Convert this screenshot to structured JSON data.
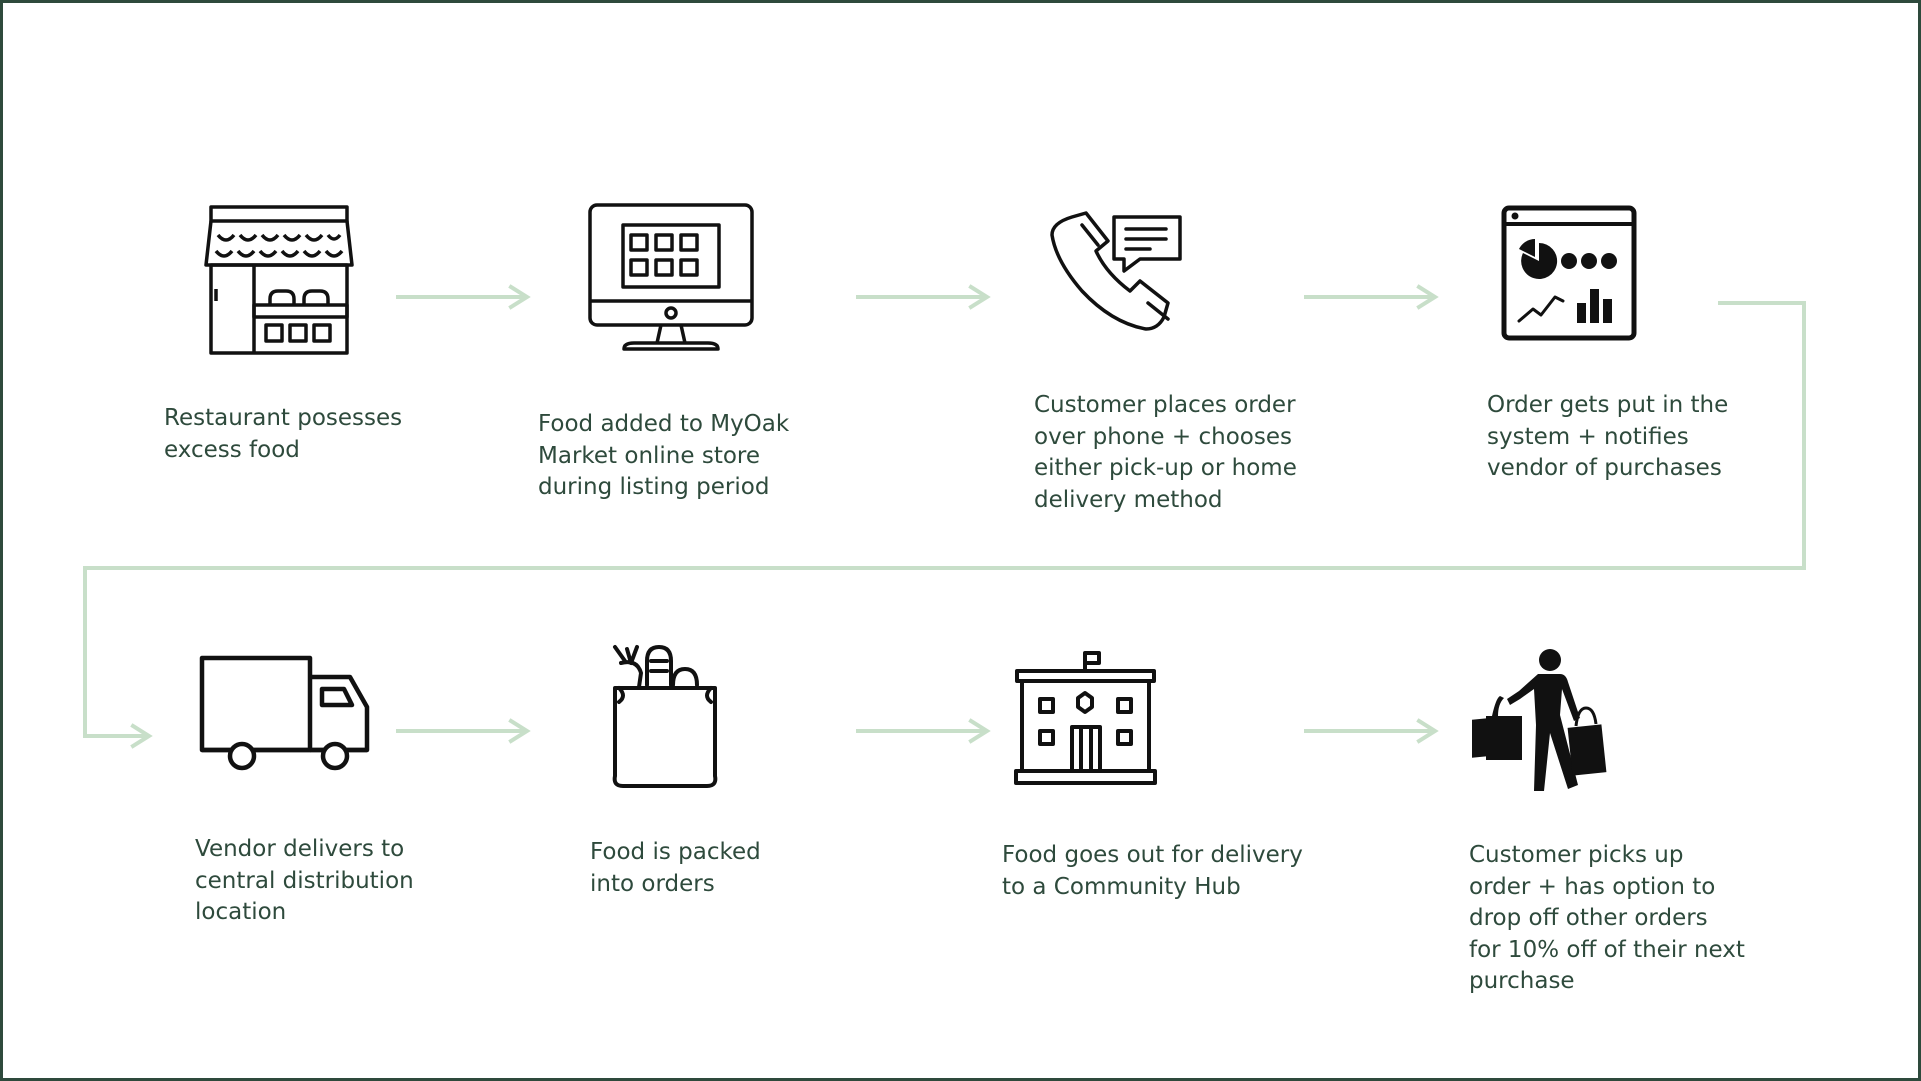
{
  "colors": {
    "frame": "#2e4a3c",
    "text": "#2e4a3c",
    "arrow": "#c8dfc9",
    "icon": "#111111"
  },
  "steps": [
    {
      "icon": "storefront-icon",
      "label": "Restaurant posesses\nexcess food"
    },
    {
      "icon": "desktop-monitor-icon",
      "label": "Food added to MyOak\nMarket online store\nduring listing period"
    },
    {
      "icon": "phone-chat-icon",
      "label": "Customer places order\nover phone + chooses\neither pick-up or home\ndelivery method"
    },
    {
      "icon": "dashboard-analytics-icon",
      "label": "Order gets put in the\nsystem + notifies\nvendor of purchases"
    },
    {
      "icon": "delivery-truck-icon",
      "label": "Vendor delivers to\ncentral distribution\nlocation"
    },
    {
      "icon": "grocery-bag-icon",
      "label": "Food is packed\ninto orders"
    },
    {
      "icon": "community-building-icon",
      "label": "Food goes out for delivery\nto a Community Hub"
    },
    {
      "icon": "shopper-bags-icon",
      "label": "Customer picks up\norder + has option to\ndrop off other orders\nfor 10% off of their next\npurchase"
    }
  ]
}
